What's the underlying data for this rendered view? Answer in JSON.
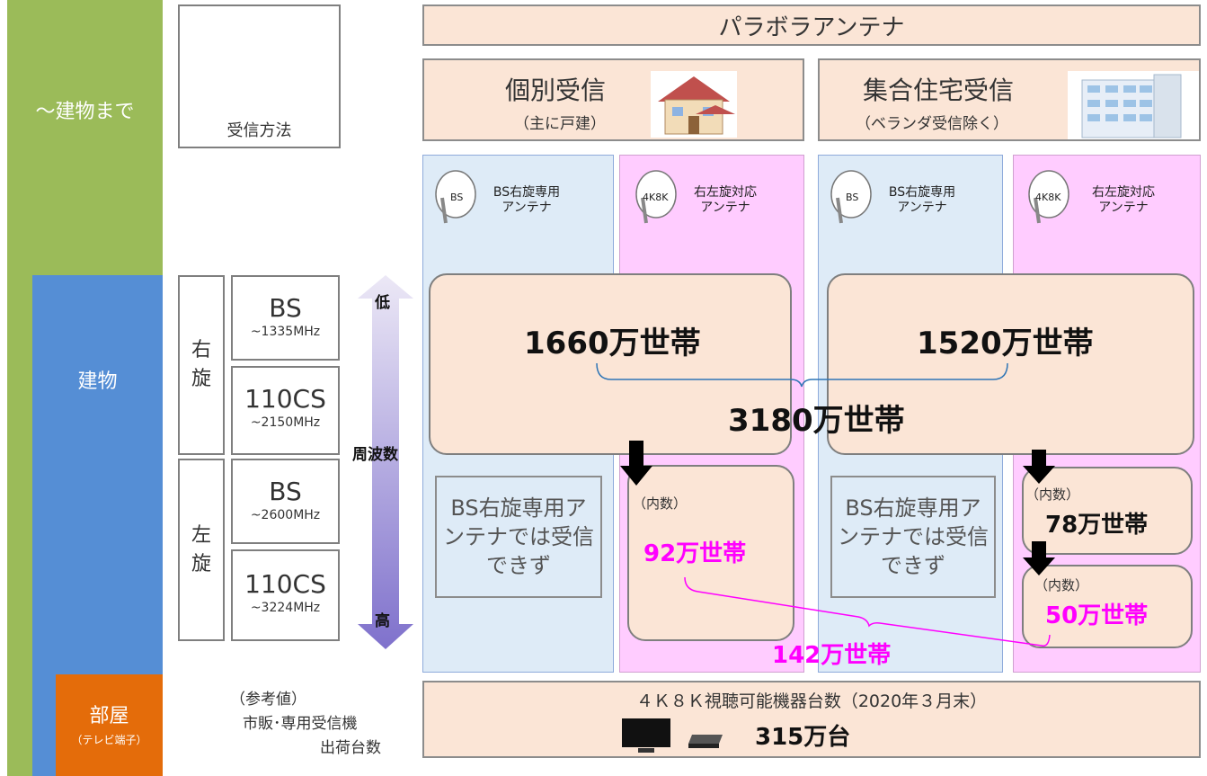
{
  "left_bands": {
    "building_to": "～建物まで",
    "building": "建物",
    "room": "部屋",
    "room_sub": "（テレビ端子）"
  },
  "reception_method": "受信方法",
  "header": {
    "antenna": "パラボラアンテナ",
    "individual": "個別受信",
    "individual_sub": "（主に戸建）",
    "collective": "集合住宅受信",
    "collective_sub": "（ベランダ受信除く）"
  },
  "antennas": [
    {
      "badge": "BS",
      "label_line1": "BS右旋専用",
      "label_line2": "アンテナ"
    },
    {
      "badge": "4K8K",
      "label_line1": "右左旋対応",
      "label_line2": "アンテナ"
    },
    {
      "badge": "BS",
      "label_line1": "BS右旋専用",
      "label_line2": "アンテナ"
    },
    {
      "badge": "4K8K",
      "label_line1": "右左旋対応",
      "label_line2": "アンテナ"
    }
  ],
  "rotation": {
    "right": [
      "右",
      "旋"
    ],
    "left": [
      "左",
      "旋"
    ]
  },
  "bands": [
    {
      "name": "BS",
      "freq": "~1335MHz"
    },
    {
      "name": "110CS",
      "freq": "~2150MHz"
    },
    {
      "name": "BS",
      "freq": "~2600MHz"
    },
    {
      "name": "110CS",
      "freq": "~3224MHz"
    }
  ],
  "frequency_axis": {
    "low": "低",
    "label": "周波数",
    "high": "高"
  },
  "households": {
    "individual_total": "1660万世帯",
    "collective_total": "1520万世帯",
    "grand_total": "3180万世帯",
    "not_receivable": "BS右旋専用アンテナでは受信できず",
    "inner_label": "（内数）",
    "individual_4k8k": "92万世帯",
    "collective_4k8k": "78万世帯",
    "collective_4k8k_room": "50万世帯",
    "sum_4k8k": "142万世帯"
  },
  "reference": {
    "line1": "（参考値）",
    "line2": "市販･専用受信機",
    "line3": "出荷台数"
  },
  "devices": {
    "title": "４Ｋ８Ｋ視聴可能機器台数（2020年３月末）",
    "count": "315万台"
  },
  "colors": {
    "green": "#9bbb59",
    "blue": "#558ed5",
    "orange": "#e46c0a",
    "peach": "#fbe5d6",
    "light_blue": "#deebf7",
    "pink": "#ffccff",
    "magenta": "#ff00ff"
  }
}
